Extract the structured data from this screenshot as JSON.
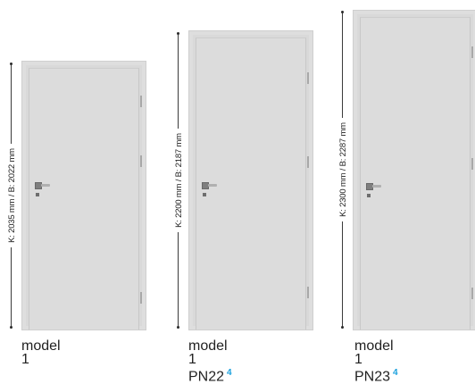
{
  "doors": [
    {
      "dimension_label": "K: 2035 mm / B: 2022 mm",
      "caption_line1": "model 1",
      "caption_line2": "",
      "note_marker": ""
    },
    {
      "dimension_label": "K: 2200 mm / B: 2187 mm",
      "caption_line1": "model 1",
      "caption_line2": "PN22",
      "note_marker": "4"
    },
    {
      "dimension_label": "K: 2300 mm / B: 2287 mm",
      "caption_line1": "model 1",
      "caption_line2": "PN23",
      "note_marker": "4"
    }
  ],
  "colors": {
    "door_fill": "#d9d9d9",
    "caption_text": "#222222",
    "note_marker": "#1aa0dd"
  }
}
